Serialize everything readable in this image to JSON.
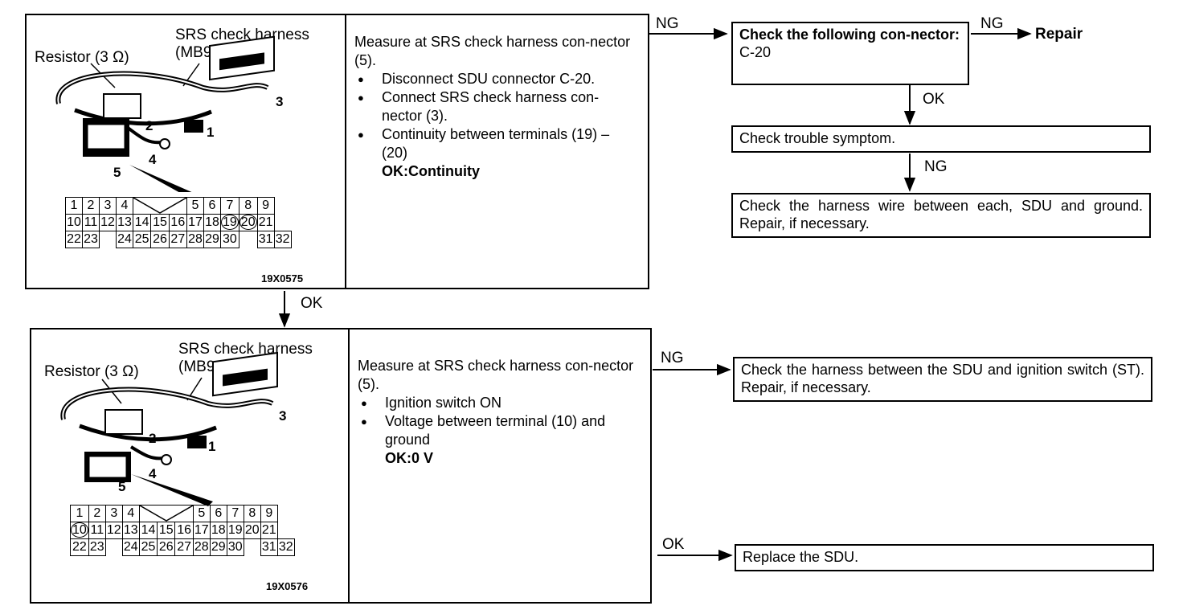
{
  "step1": {
    "harness_label": "SRS check harness",
    "harness_code": "(MB991530)",
    "resistor_label": "Resistor (3 Ω)",
    "callouts": [
      "1",
      "2",
      "3",
      "4",
      "5"
    ],
    "figure_code": "19X0575",
    "terminals": {
      "row1": [
        "1",
        "2",
        "3",
        "4",
        "",
        "",
        "5",
        "6",
        "7",
        "8",
        "9"
      ],
      "row2": [
        "10",
        "11",
        "12",
        "13",
        "14",
        "15",
        "16",
        "17",
        "18",
        "19",
        "20",
        "21"
      ],
      "row3": [
        "22",
        "23",
        "",
        "24",
        "25",
        "26",
        "27",
        "28",
        "29",
        "30",
        "",
        "31",
        "32"
      ]
    },
    "intro": "Measure at SRS check harness con-nector (5).",
    "bullets": [
      "Disconnect SDU connector C-20.",
      "Connect SRS check harness con-nector (3).",
      "Continuity between terminals (19) – (20)"
    ],
    "ok_text": "OK:Continuity"
  },
  "step2": {
    "harness_label": "SRS check harness",
    "harness_code": "(MB991530)",
    "resistor_label": "Resistor (3 Ω)",
    "callouts": [
      "1",
      "2",
      "3",
      "4",
      "5"
    ],
    "figure_code": "19X0576",
    "intro": "Measure at SRS check harness con-nector (5).",
    "bullets": [
      "Ignition switch ON",
      "Voltage between terminal (10) and ground"
    ],
    "ok_text": "OK:0 V"
  },
  "flow": {
    "ng": "NG",
    "ok": "OK",
    "repair": "Repair",
    "check_connector": "Check the following con-nector:",
    "connector_id": "C-20",
    "check_symptom": "Check trouble symptom.",
    "check_wire": "Check the harness wire between each, SDU and ground. Repair, if necessary.",
    "check_ignition": "Check the harness between the SDU and ignition switch (ST). Repair, if necessary.",
    "replace_sdu": "Replace the SDU."
  }
}
